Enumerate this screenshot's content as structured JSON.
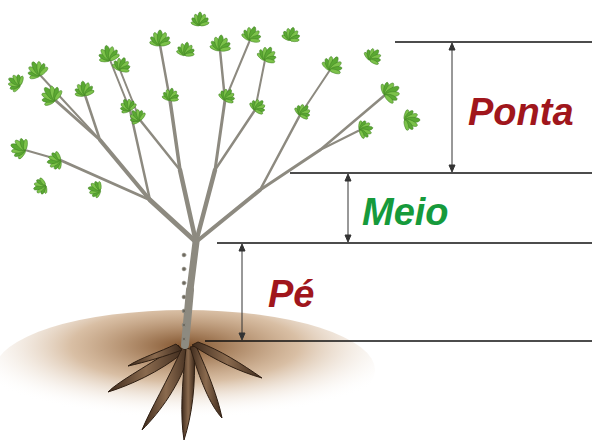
{
  "diagram": {
    "labels": [
      "Ponta",
      "Meio",
      "Pé"
    ]
  }
}
